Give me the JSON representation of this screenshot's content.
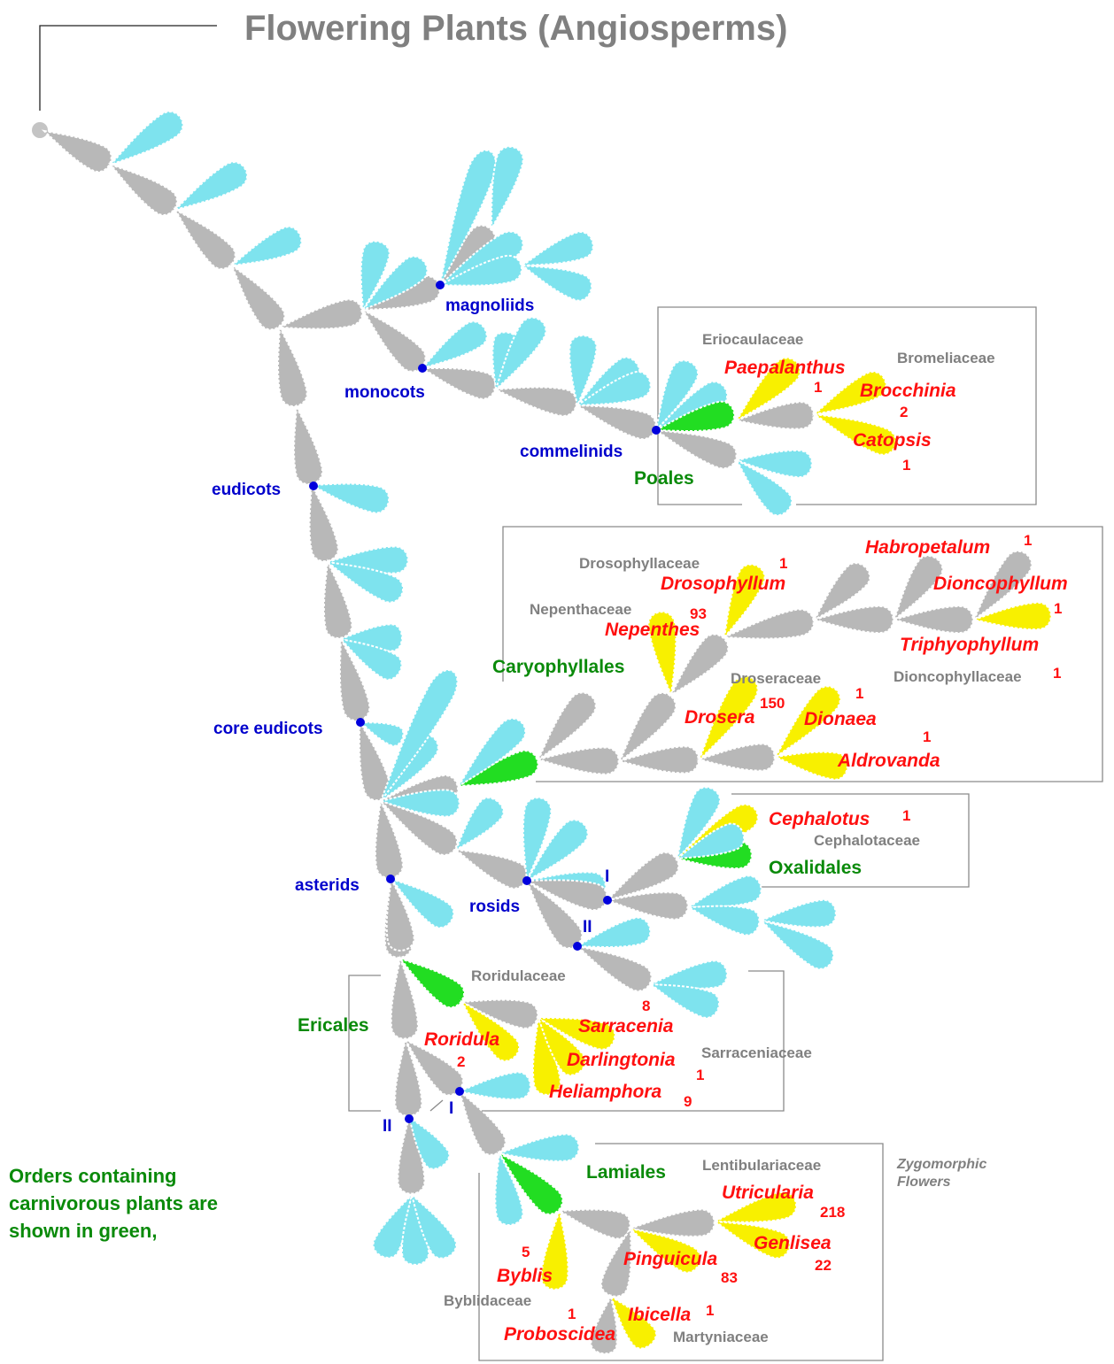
{
  "title": "Flowering Plants (Angiosperms)",
  "clades": {
    "magnoliids": "magnoliids",
    "monocots": "monocots",
    "commelinids": "commelinids",
    "eudicots": "eudicots",
    "core_eudicots": "core eudicots",
    "asterids": "asterids",
    "rosids": "rosids",
    "rosids_I": "I",
    "rosids_II": "II",
    "asterids_I": "I",
    "asterids_II": "II"
  },
  "orders": {
    "poales": "Poales",
    "caryophyllales": "Caryophyllales",
    "oxalidales": "Oxalidales",
    "ericales": "Ericales",
    "lamiales": "Lamiales"
  },
  "families": {
    "eriocaulaceae": "Eriocaulaceae",
    "bromeliaceae": "Bromeliaceae",
    "drosophyllaceae": "Drosophyllaceae",
    "nepenthaceae": "Nepenthaceae",
    "droseraceae": "Droseraceae",
    "dioncophyllaceae": "Dioncophyllaceae",
    "cephalotaceae": "Cephalotaceae",
    "roridulaceae": "Roridulaceae",
    "sarraceniaceae": "Sarraceniaceae",
    "lentibulariaceae": "Lentibulariaceae",
    "byblidaceae": "Byblidaceae",
    "martyniaceae": "Martyniaceae"
  },
  "genera": {
    "paepalanthus": {
      "name": "Paepalanthus",
      "count": "1"
    },
    "brocchinia": {
      "name": "Brocchinia",
      "count": "2"
    },
    "catopsis": {
      "name": "Catopsis",
      "count": "1"
    },
    "habropetalum": {
      "name": "Habropetalum",
      "count": "1"
    },
    "drosophyllum": {
      "name": "Drosophyllum",
      "count": "1"
    },
    "dioncophyllum": {
      "name": "Dioncophyllum",
      "count": "1"
    },
    "nepenthes": {
      "name": "Nepenthes",
      "count": "93"
    },
    "triphyophyllum": {
      "name": "Triphyophyllum",
      "count": "1"
    },
    "drosera": {
      "name": "Drosera",
      "count": "150"
    },
    "dionaea": {
      "name": "Dionaea",
      "count": "1"
    },
    "aldrovanda": {
      "name": "Aldrovanda",
      "count": "1"
    },
    "cephalotus": {
      "name": "Cephalotus",
      "count": "1"
    },
    "sarracenia": {
      "name": "Sarracenia",
      "count": "8"
    },
    "roridula": {
      "name": "Roridula",
      "count": "2"
    },
    "darlingtonia": {
      "name": "Darlingtonia",
      "count": "1"
    },
    "heliamphora": {
      "name": "Heliamphora",
      "count": "9"
    },
    "utricularia": {
      "name": "Utricularia",
      "count": "218"
    },
    "genlisea": {
      "name": "Genlisea",
      "count": "22"
    },
    "pinguicula": {
      "name": "Pinguicula",
      "count": "83"
    },
    "byblis": {
      "name": "Byblis",
      "count": "5"
    },
    "ibicella": {
      "name": "Ibicella",
      "count": "1"
    },
    "proboscidea": {
      "name": "Proboscidea",
      "count": "1"
    }
  },
  "note": {
    "line1": "Orders containing",
    "line2": "carnivorous plants are",
    "line3": "shown in green,"
  },
  "zygomorphic": {
    "line1": "Zygomorphic",
    "line2": "Flowers"
  },
  "colors": {
    "stem": "#b8b8b8",
    "lineage": "#7ee3ee",
    "carnivorous_order": "#22dd22",
    "carnivorous_genus": "#f8f000",
    "clade_label": "#0000cc",
    "order_label": "#0a8a0a",
    "genus_label": "#ff1010",
    "family_label": "#808080"
  }
}
